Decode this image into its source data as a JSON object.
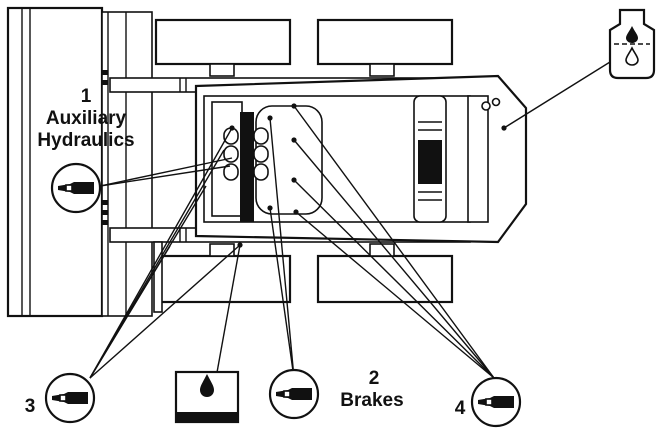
{
  "labels": {
    "aux_number": "1",
    "aux_line1": "Auxiliary",
    "aux_line2": "Hydraulics",
    "brakes_number": "2",
    "brakes_text": "Brakes",
    "num_3": "3",
    "num_4": "4"
  },
  "icons": {
    "grease_gun": "grease-gun-icon",
    "oil_can": "engine-oil-icon",
    "fluid_reservoir": "hydraulic-fluid-reservoir-icon"
  },
  "colors": {
    "ink": "#111111",
    "paper": "#ffffff"
  }
}
